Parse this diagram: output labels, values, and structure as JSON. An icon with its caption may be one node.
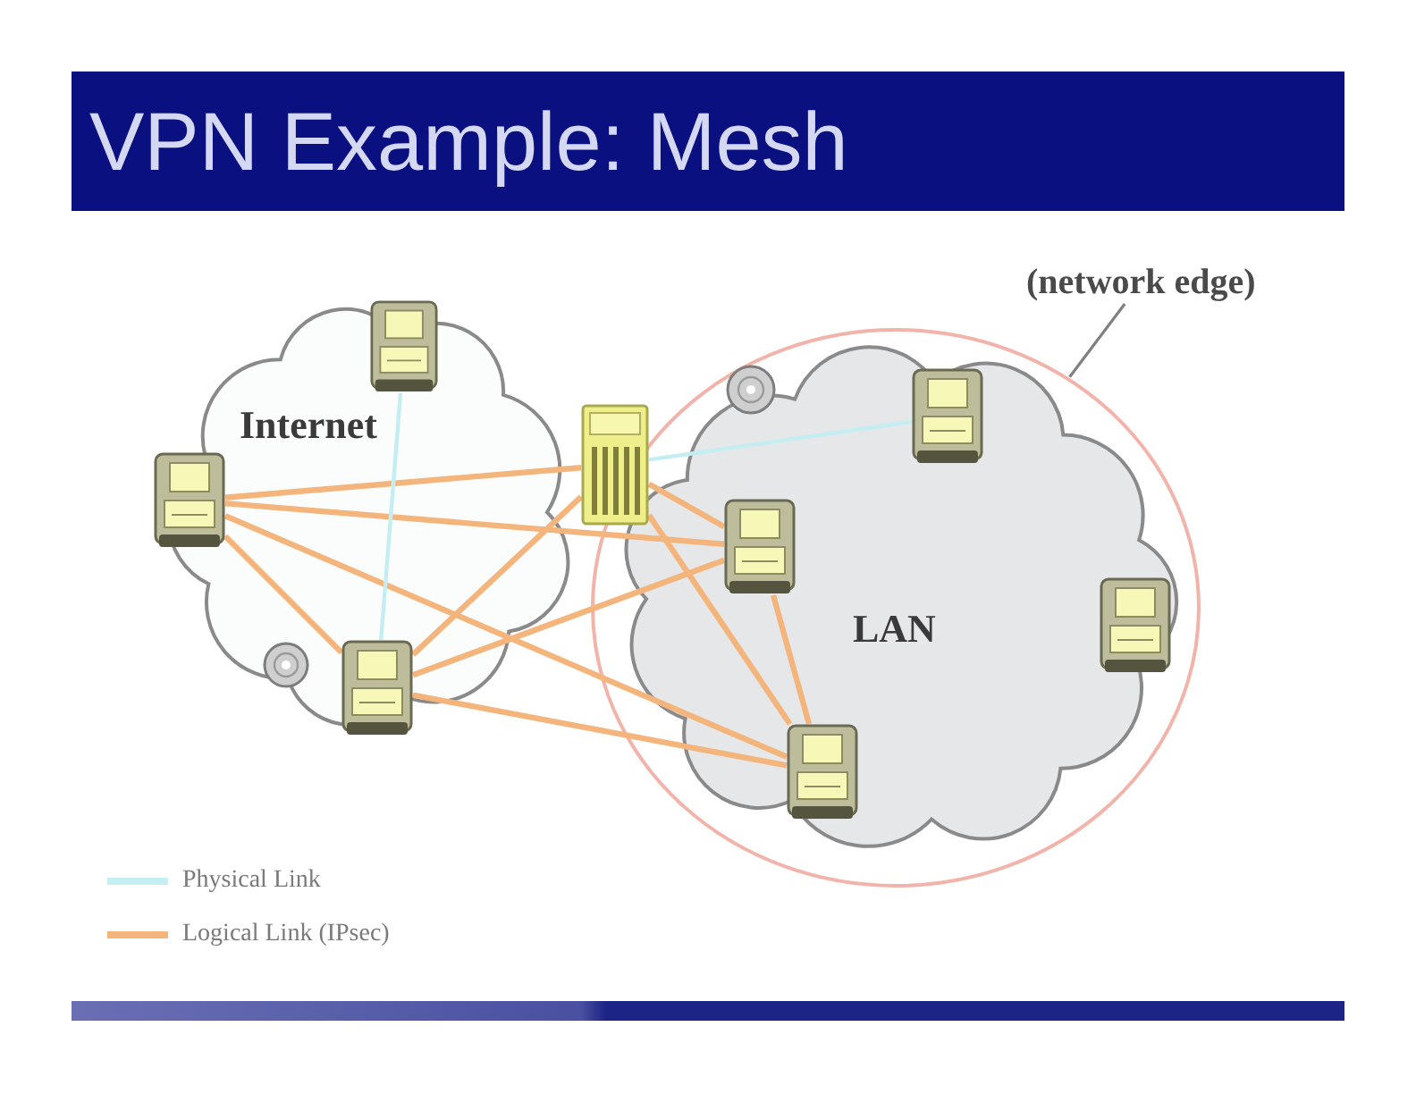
{
  "diagram": {
    "title": "VPN Example: Mesh",
    "nodes": [
      {
        "text": [
          "Internet"
        ]
      },
      {
        "text": [],
        "shape": "picture",
        "in": 0
      },
      {
        "text": [],
        "shape": "picture",
        "in": 0
      },
      {
        "text": [],
        "shape": "picture",
        "in": 0
      },
      {
        "text": [],
        "shape": "circle",
        "in": 0
      },
      {
        "text": [],
        "shape": "picture"
      },
      {
        "text": [
          "(network edge)"
        ]
      },
      {
        "text": [],
        "shape": "circle"
      },
      {
        "text": [
          "LAN"
        ],
        "in": 7
      },
      {
        "text": [],
        "shape": "circle",
        "in": 8
      },
      {
        "text": [],
        "shape": "picture",
        "in": 8
      },
      {
        "text": [],
        "shape": "picture",
        "in": 8
      },
      {
        "text": [],
        "shape": "picture",
        "in": 8
      },
      {
        "text": [],
        "shape": "picture",
        "in": 8
      }
    ],
    "edges": [
      {
        "from": 2,
        "to": 5,
        "arrow": "none"
      },
      {
        "from": 2,
        "to": 11,
        "arrow": "none"
      },
      {
        "from": 2,
        "to": 13,
        "arrow": "none"
      },
      {
        "from": 2,
        "to": 3,
        "arrow": "none"
      },
      {
        "from": 3,
        "to": 5,
        "arrow": "none"
      },
      {
        "from": 3,
        "to": 11,
        "arrow": "none"
      },
      {
        "from": 3,
        "to": 13,
        "arrow": "none"
      },
      {
        "from": 5,
        "to": 11,
        "arrow": "none"
      },
      {
        "from": 5,
        "to": 13,
        "arrow": "none"
      },
      {
        "from": 11,
        "to": 13,
        "arrow": "none"
      },
      {
        "from": 1,
        "to": 3,
        "arrow": "none",
        "color": "#c4eef2"
      },
      {
        "from": 5,
        "to": 10,
        "arrow": "none",
        "color": "#c4eef2"
      },
      {
        "from": 6,
        "to": 7,
        "arrow": "none",
        "color": "#808080"
      }
    ],
    "legend": [
      {
        "text": "Physical Link"
      },
      {
        "text": "Logical Link (IPsec)"
      }
    ]
  }
}
